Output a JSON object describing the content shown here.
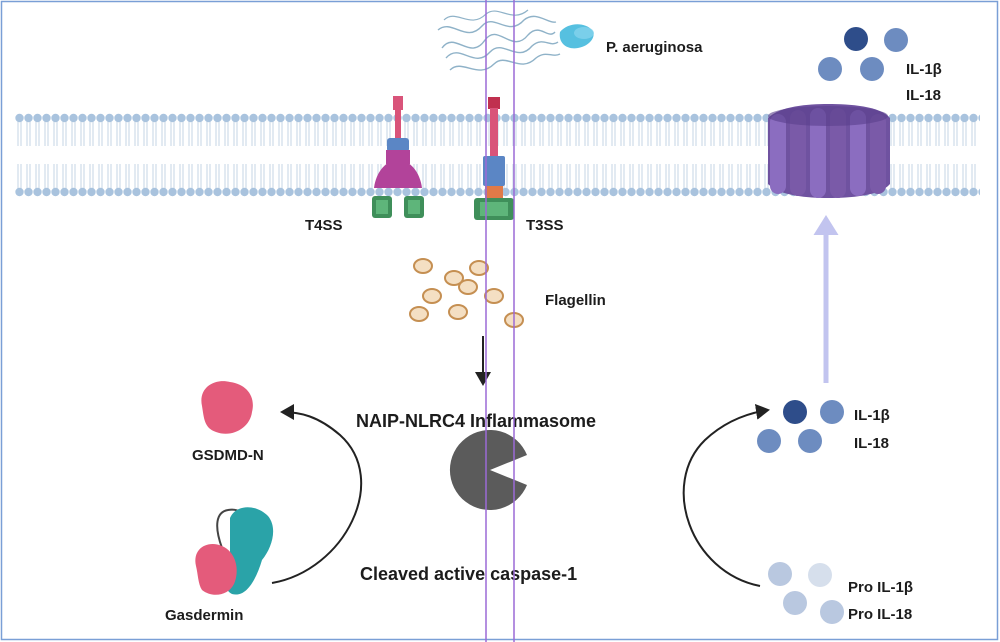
{
  "labels": {
    "bacterium": "P. aeruginosa",
    "t4ss": "T4SS",
    "t3ss": "T3SS",
    "flagellin": "Flagellin",
    "inflammasome": "NAIP-NLRC4 Inflammasome",
    "caspase": "Cleaved active caspase-1",
    "gsdmd_n": "GSDMD-N",
    "gasdermin": "Gasdermin",
    "il1b_released": "IL-1β",
    "il18_released": "IL-18",
    "il1b_mature": "IL-1β",
    "il18_mature": "IL-18",
    "pro_il1b": "Pro IL-1β",
    "pro_il18": "Pro IL-18"
  },
  "colors": {
    "membrane_head": "#a9c3de",
    "membrane_tail": "#cfdbe8",
    "t4ss_pink": "#d9547a",
    "t4ss_magenta": "#b2439a",
    "t3ss_blue": "#5b86c5",
    "secretion_green": "#3f8f5a",
    "flagellin_fill": "#f4dfc3",
    "flagellin_stroke": "#c58f52",
    "gsdmd_pink": "#e45b7b",
    "gasdermin_teal": "#2aa3a8",
    "caspase_gray": "#5b5b5b",
    "pore_purple": "#7a5aa8",
    "il_dark": "#2e4d8a",
    "il_mid": "#6d8cc0",
    "pro_light": "#b9c8e0",
    "guide_line": "#9b6ad6",
    "up_arrow": "#c2c4ef"
  }
}
